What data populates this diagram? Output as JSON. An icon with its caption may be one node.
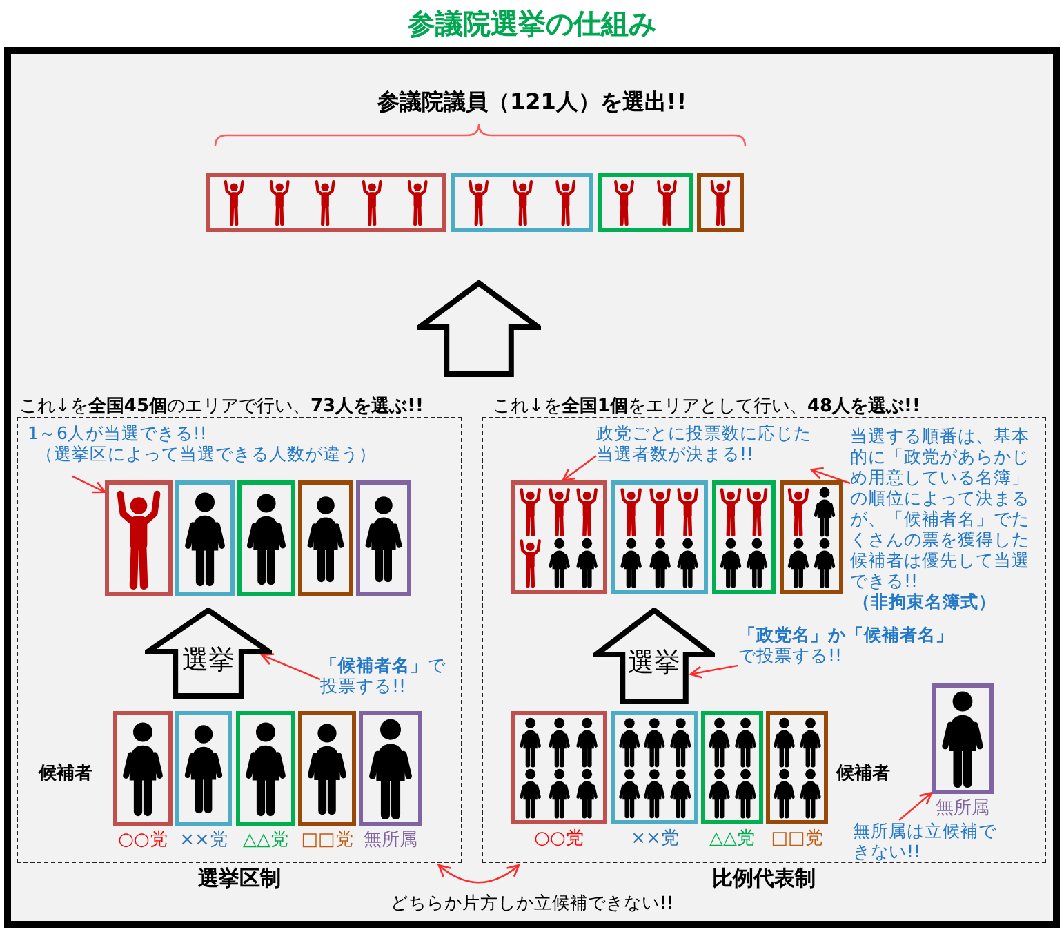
{
  "diagram": {
    "title": "参議院選挙の仕組み",
    "nodes": [
      {
        "text": [],
        "shape": "box"
      },
      {
        "text": [],
        "shape": "box"
      },
      {
        "text": [],
        "shape": "box"
      },
      {
        "text": [],
        "shape": "box"
      },
      {
        "text": [],
        "shape": "arrow"
      },
      {
        "text": [
          "選挙区制"
        ]
      },
      {
        "text": [
          "1～6人が当選できる!!",
          "（選挙区によって当選できる人数が違う）"
        ],
        "in": 5
      },
      {
        "text": [],
        "shape": "box",
        "in": 5
      },
      {
        "text": [],
        "shape": "box",
        "in": 5
      },
      {
        "text": [],
        "shape": "box",
        "in": 5
      },
      {
        "text": [],
        "shape": "box",
        "in": 5
      },
      {
        "text": [],
        "shape": "box",
        "in": 5
      },
      {
        "text": [
          "選挙"
        ],
        "in": 5
      },
      {
        "text": [
          "**「候補者名」**で投票する!!"
        ],
        "in": 5
      },
      {
        "text": [],
        "shape": "box",
        "in": 5,
        "beside": [
          "○○党"
        ]
      },
      {
        "text": [],
        "shape": "box",
        "in": 5,
        "beside": [
          "××党"
        ]
      },
      {
        "text": [],
        "shape": "box",
        "in": 5,
        "beside": [
          "△△党"
        ]
      },
      {
        "text": [],
        "shape": "box",
        "in": 5,
        "beside": [
          "□□党"
        ]
      },
      {
        "text": [],
        "shape": "box",
        "in": 5,
        "beside": [
          "無所属"
        ]
      },
      {
        "text": [
          "比例代表制"
        ]
      },
      {
        "text": [
          "政党ごとに投票数に応じた当選者数が決まる!!"
        ],
        "in": 19
      },
      {
        "text": [
          "当選する順番は、基本的に「政党があらかじめ用意している名簿」の順位によって決まるが、「候補者名」でたくさんの票を獲得した候補者は優先して当選できる!!",
          "（非拘束名簿式）"
        ],
        "in": 19
      },
      {
        "text": [],
        "shape": "box",
        "in": 19
      },
      {
        "text": [],
        "shape": "box",
        "in": 19
      },
      {
        "text": [],
        "shape": "box",
        "in": 19
      },
      {
        "text": [],
        "shape": "box",
        "in": 19
      },
      {
        "text": [
          "選挙"
        ],
        "in": 19
      },
      {
        "text": [
          "**「政党名」か「候補者名」**で投票する!!"
        ],
        "in": 19
      },
      {
        "text": [],
        "shape": "box",
        "in": 19,
        "beside": [
          "○○党"
        ]
      },
      {
        "text": [],
        "shape": "box",
        "in": 19,
        "beside": [
          "××党"
        ]
      },
      {
        "text": [],
        "shape": "box",
        "in": 19,
        "beside": [
          "△△党"
        ]
      },
      {
        "text": [],
        "shape": "box",
        "in": 19,
        "beside": [
          "□□党"
        ]
      },
      {
        "text": [],
        "shape": "box",
        "in": 19,
        "beside": [
          "無所属"
        ]
      },
      {
        "text": [
          "無所属は立候補できない!!"
        ],
        "in": 19
      }
    ],
    "edges": [
      {
        "from": 6,
        "to": 7,
        "arrow": "to"
      },
      {
        "from": 13,
        "to": 12,
        "arrow": "to"
      },
      {
        "from": 20,
        "to": 22,
        "arrow": "to"
      },
      {
        "from": 21,
        "to": 20,
        "arrow": "to"
      },
      {
        "from": 27,
        "to": 26,
        "arrow": "to"
      },
      {
        "from": 33,
        "to": 32,
        "arrow": "to"
      },
      {
        "from": 5,
        "to": 19,
        "arrow": "both",
        "label": "どちらか片方しか立候補できない!!"
      }
    ],
    "labels": [
      "参議院議員（121人）を選出!!",
      "これ↓を**全国45個**のエリアで行い、**73人を選ぶ!!**",
      "これ↓を**全国1個**をエリアとして行い、**48人を選ぶ!!**",
      "候補者",
      "候補者"
    ]
  }
}
